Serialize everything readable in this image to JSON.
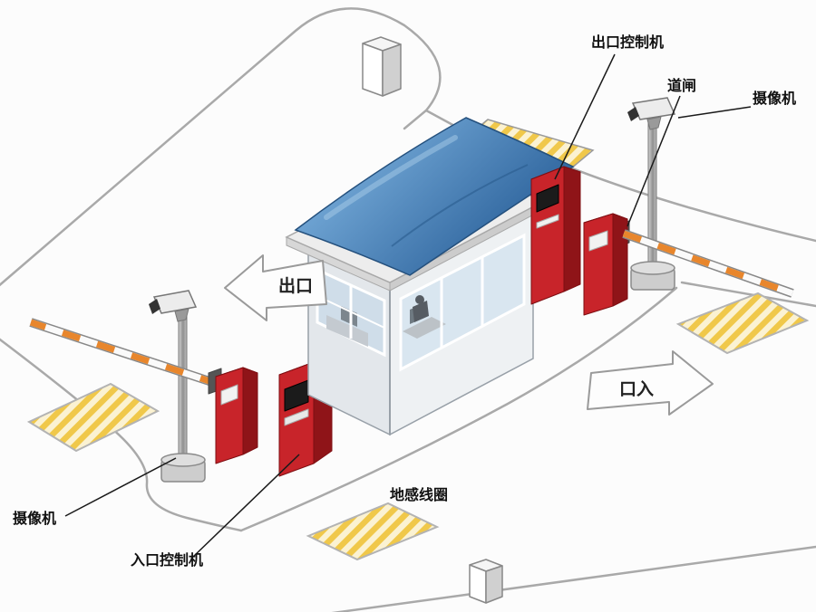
{
  "diagram_title": "parking-lot-barrier-system-diagram",
  "labels": {
    "exit_controller": "出口控制机",
    "barrier_gate": "道闸",
    "camera_right": "摄像机",
    "camera_left": "摄像机",
    "exit_arrow": "出口",
    "entrance_arrow": "口入",
    "ground_loop": "地感线圈",
    "entrance_controller": "入口控制机"
  },
  "colors": {
    "machine_red": "#c8242a",
    "machine_red_dark": "#8f1418",
    "machine_red_top": "#e04048",
    "canopy_light": "#7cb1de",
    "canopy_dark": "#2d639c",
    "stripe_yellow": "#f0c84a",
    "arm_orange": "#e8862c",
    "road_gray": "#a9a9a9",
    "background": "#fcfcfc"
  }
}
